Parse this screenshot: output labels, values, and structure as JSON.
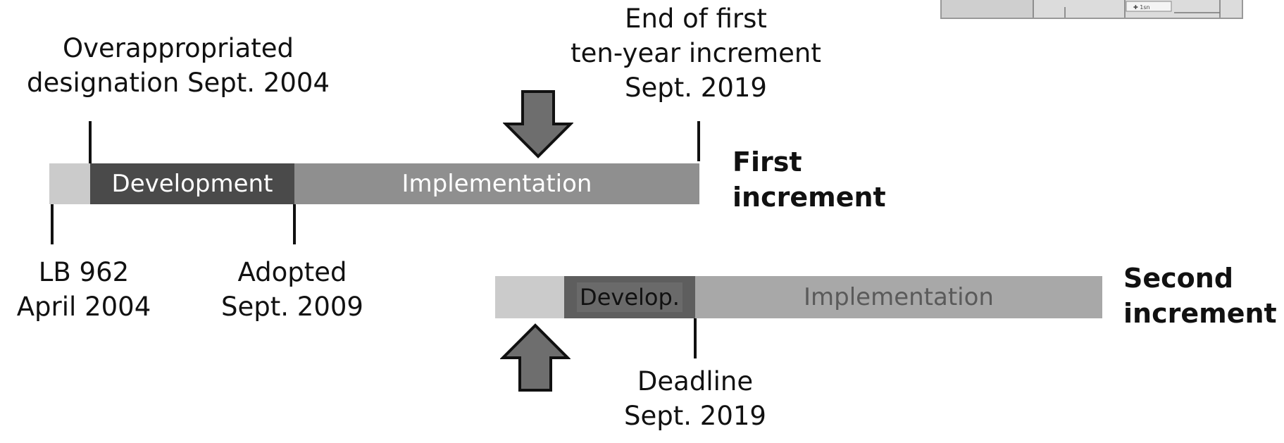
{
  "first_increment": {
    "label": "First\nincrement",
    "segments": {
      "development": "Development",
      "implementation": "Implementation"
    }
  },
  "second_increment": {
    "label": "Second\nincrement",
    "segments": {
      "development": "Develop.",
      "implementation": "Implementation"
    }
  },
  "milestones": {
    "lb962": "LB 962\nApril 2004",
    "overappropriated": "Overappropriated\ndesignation Sept. 2004",
    "adopted": "Adopted\nSept. 2009",
    "end_first": "End of first\nten-year increment\nSept. 2019",
    "deadline": "Deadline\nSept. 2019"
  },
  "colors": {
    "pre_phase": "#cbcbcb",
    "development": "#4a4a4a",
    "implementation_first": "#8f8f8f",
    "development_second": "#5e5e5e",
    "implementation_second": "#a8a8a8",
    "arrow_fill": "#6e6e6e"
  },
  "icons": {
    "down_arrow": "down-arrow-icon",
    "up_arrow": "up-arrow-icon",
    "map_thumbnail": "map-thumbnail"
  }
}
